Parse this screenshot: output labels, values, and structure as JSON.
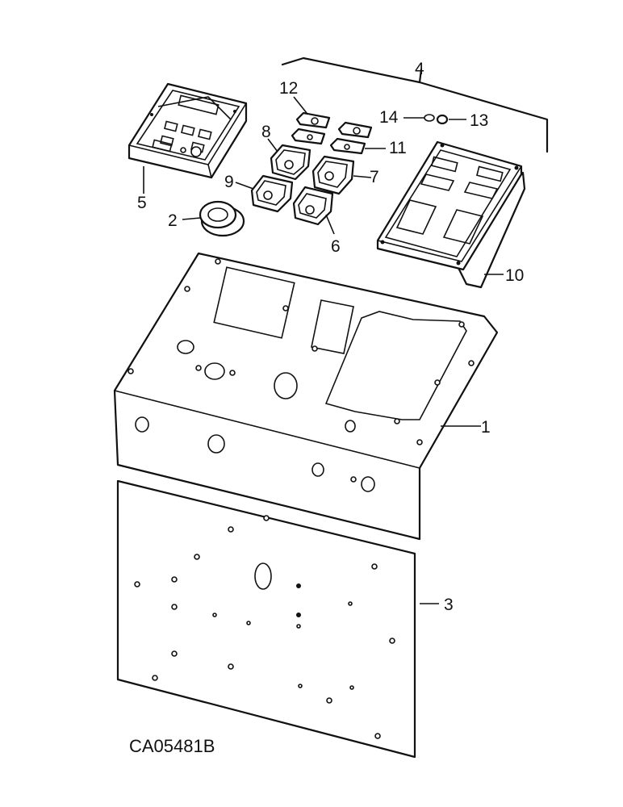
{
  "callouts": {
    "c1": "1",
    "c2": "2",
    "c3": "3",
    "c4": "4",
    "c5": "5",
    "c6": "6",
    "c7": "7",
    "c8": "8",
    "c9": "9",
    "c10": "10",
    "c11": "11",
    "c12": "12",
    "c13": "13",
    "c14": "14"
  },
  "drawing_code": "CA05481B"
}
